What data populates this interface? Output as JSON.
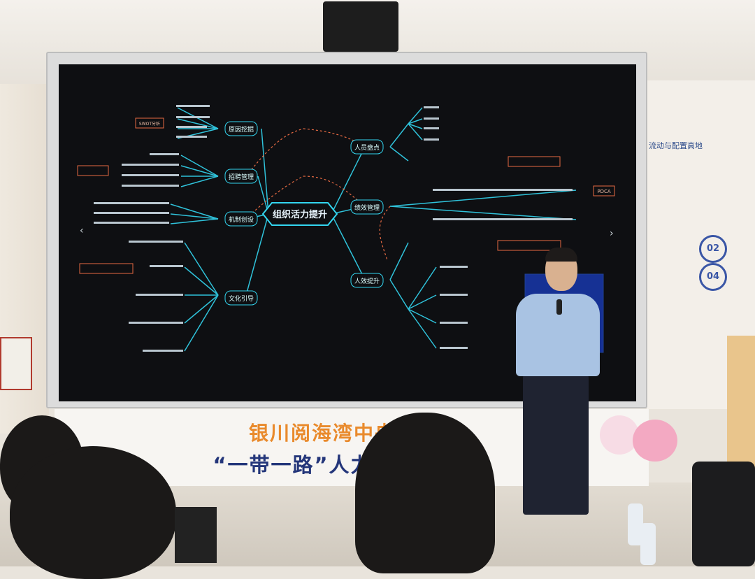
{
  "banner": {
    "line1": "银川阅海湾中央商务区",
    "line2": "“一带一路”人力资源产业园"
  },
  "slide": {
    "center": "组织活力提升",
    "branches": [
      "原因挖掘",
      "招聘管理",
      "机制创设",
      "文化引导",
      "人员盘点",
      "绩效管理",
      "人效提升"
    ],
    "tags": [
      "SWOT分析",
      "PDCA"
    ]
  },
  "wall_panel": {
    "title": "流动与配置高地",
    "numbers": [
      "02",
      "04"
    ]
  },
  "colors": {
    "screen_bg": "#0e0f12",
    "node_stroke": "#33d6f0",
    "tag_stroke": "#e56a43",
    "banner_orange": "#e98a2c",
    "banner_blue": "#24367a"
  }
}
